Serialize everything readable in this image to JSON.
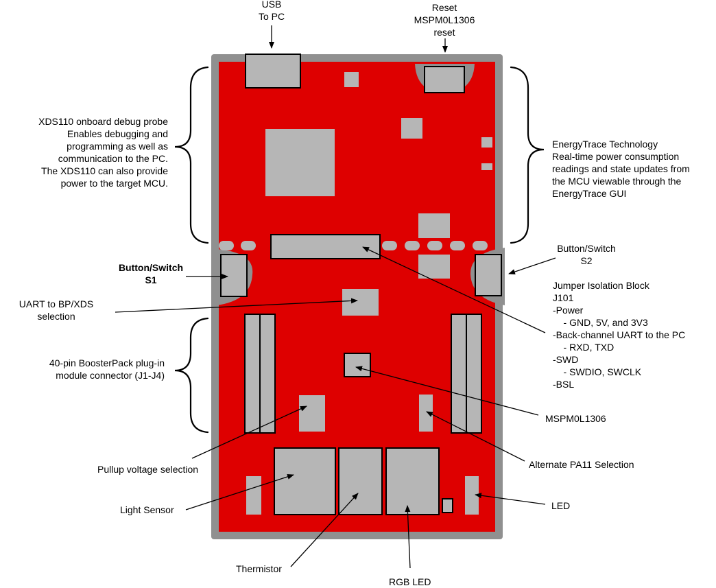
{
  "colors": {
    "board_red": "#de0000",
    "frame_gray": "#909090",
    "part_gray": "#b6b6b6",
    "outline": "#000000",
    "background": "#ffffff"
  },
  "labels": {
    "usb": "USB\nTo PC",
    "reset": "Reset\nMSPM0L1306\nreset",
    "xds110": "XDS110 onboard debug probe\nEnables debugging and\nprogramming as well as\ncommunication to the PC.\nThe XDS110 can also provide\npower to the target MCU.",
    "energytrace": "EnergyTrace Technology\nReal-time power consumption\nreadings and state updates from\nthe MCU viewable through the\nEnergyTrace GUI",
    "s2": "Button/Switch\nS2",
    "s1": "Button/Switch\nS1",
    "jumper": "Jumper Isolation Block\nJ101\n-Power\n    - GND, 5V, and 3V3\n-Back-channel UART to the PC\n    - RXD, TXD\n-SWD\n    - SWDIO, SWCLK\n-BSL",
    "uart_sel": "UART to BP/XDS\nselection",
    "boosterpack": "40-pin BoosterPack plug-in\nmodule connector (J1-J4)",
    "mcu": "MSPM0L1306",
    "pa11": "Alternate PA11 Selection",
    "pullup": "Pullup voltage selection",
    "led": "LED",
    "light_sensor": "Light Sensor",
    "thermistor": "Thermistor",
    "rgb_led": "RGB LED"
  }
}
